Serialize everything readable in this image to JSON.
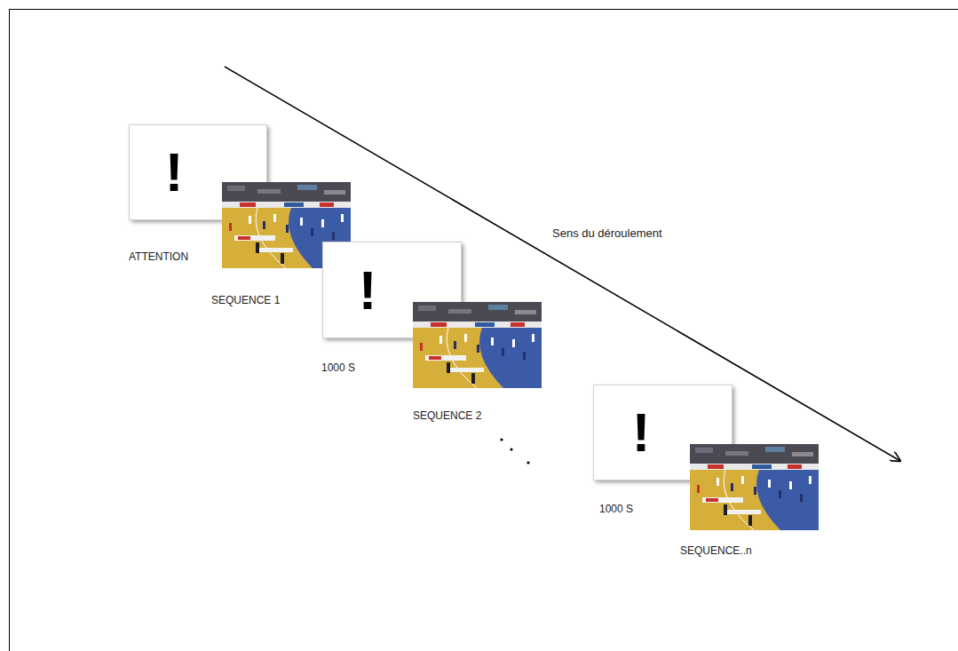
{
  "diagram": {
    "nodes": [
      {
        "text": [
          "!"
        ]
      },
      {
        "text": [
          "!"
        ]
      },
      {
        "text": [
          "!"
        ]
      }
    ],
    "labels": [
      "ATTENTION",
      "SEQUENCE 1",
      "1000 S",
      "SEQUENCE 2",
      "1000 S",
      "SEQUENCE..n",
      "Sens du déroulement"
    ]
  }
}
